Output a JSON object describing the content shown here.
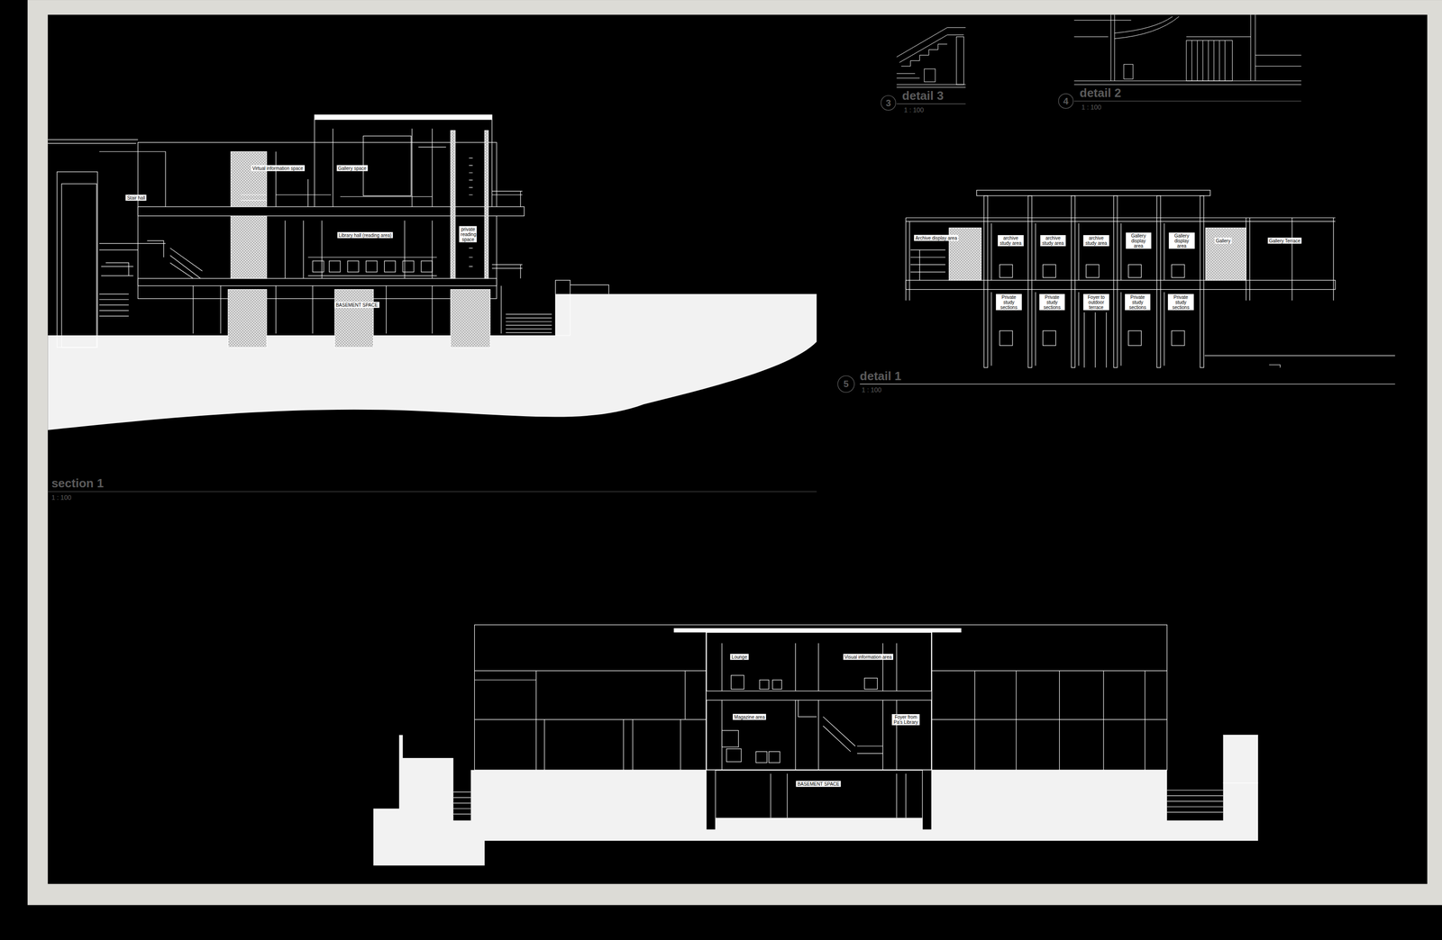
{
  "diagram": {
    "labels": [
      "Virtual information space",
      "Gallery space",
      "Stair hall",
      "Library hall (reading area)",
      "private reading space",
      "BASEMENT SPACE",
      "section 1",
      "1 : 100",
      "3",
      "detail 3",
      "1 : 100",
      "4",
      "detail 2",
      "1 : 100",
      "Archive display area",
      "archive study area",
      "archive study area",
      "archive study area",
      "Gallery display area",
      "Gallery display area",
      "Gallery",
      "Gallery Terrace",
      "Private study sections",
      "Private study sections",
      "Foyer to outdoor terrace",
      "Private study sections",
      "Private study sections",
      "5",
      "detail 1",
      "1 : 100",
      "Lounge",
      "Visual information area",
      "Magazine area",
      "Foyer from Pa's Library",
      "BASEMENT SPACE"
    ]
  }
}
